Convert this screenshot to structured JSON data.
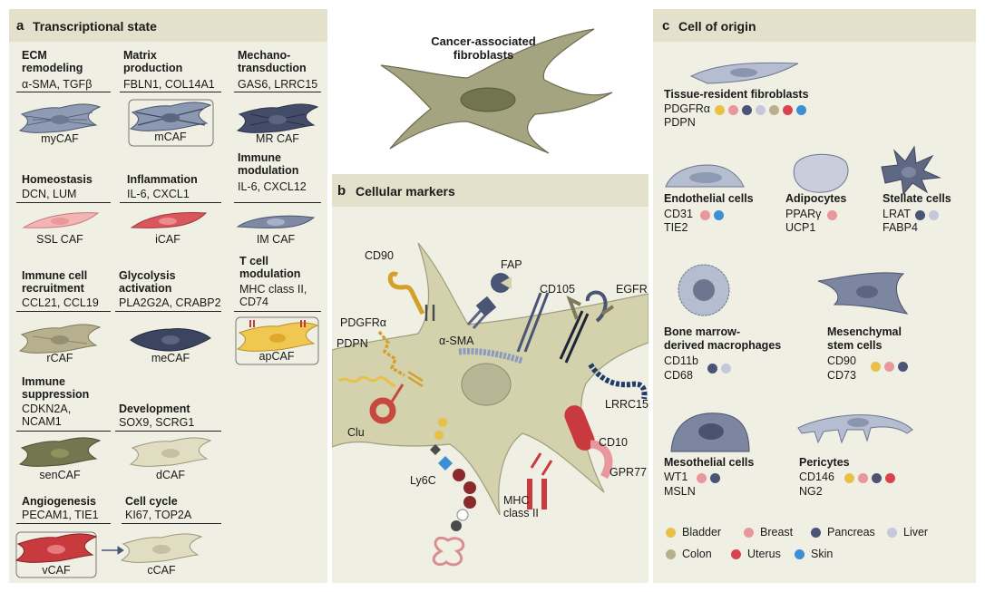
{
  "colors": {
    "bladder": "#e9c046",
    "breast": "#e8979c",
    "pancreas": "#4a5575",
    "liver": "#c4c8da",
    "colon": "#b7b08e",
    "uterus": "#d9434e",
    "skin": "#3b8fd6"
  },
  "center": {
    "title": "Cancer-associated\nfibroblasts"
  },
  "panel_a": {
    "letter": "a",
    "title": "Transcriptional state",
    "categories": [
      {
        "name": "ECM\nremodeling",
        "markers": "α-SMA, TGFβ",
        "caf": "myCAF"
      },
      {
        "name": "Matrix\nproduction",
        "markers": "FBLN1, COL14A1",
        "caf": "mCAF"
      },
      {
        "name": "Mechano-\ntransduction",
        "markers": "GAS6, LRRC15",
        "caf": "MR CAF"
      },
      {
        "name": "Homeostasis",
        "markers": "DCN, LUM",
        "caf": "SSL CAF"
      },
      {
        "name": "Inflammation",
        "markers": "IL-6, CXCL1",
        "caf": "iCAF"
      },
      {
        "name": "Immune\nmodulation",
        "markers": "IL-6, CXCL12",
        "caf": "IM CAF"
      },
      {
        "name": "Immune cell\nrecruitment",
        "markers": "CCL21, CCL19",
        "caf": "rCAF"
      },
      {
        "name": "Glycolysis\nactivation",
        "markers": "PLA2G2A, CRABP2",
        "caf": "meCAF"
      },
      {
        "name": "T cell\nmodulation",
        "markers": "MHC class II,\nCD74",
        "caf": "apCAF"
      },
      {
        "name": "Immune\nsuppression",
        "markers": "CDKN2A,\nNCAM1",
        "caf": "senCAF"
      },
      {
        "name": "Development",
        "markers": "SOX9, SCRG1",
        "caf": "dCAF"
      },
      {
        "name": "Angiogenesis",
        "markers": "PECAM1, TIE1",
        "caf": "vCAF"
      },
      {
        "name": "Cell cycle",
        "markers": "KI67, TOP2A",
        "caf": "cCAF"
      }
    ]
  },
  "panel_b": {
    "letter": "b",
    "title": "Cellular markers",
    "markers": [
      "CD90",
      "FAP",
      "CD105",
      "EGFR",
      "PDGFRα",
      "PDPN",
      "α-SMA",
      "LRRC15",
      "Clu",
      "CD10",
      "GPR77",
      "Ly6C",
      "MHC\nclass II"
    ]
  },
  "panel_c": {
    "letter": "c",
    "title": "Cell of origin",
    "cells": [
      {
        "name": "Tissue-resident fibroblasts",
        "markers": [
          "PDGFRα",
          "PDPN"
        ],
        "dots": [
          "bladder",
          "breast",
          "pancreas",
          "liver",
          "colon",
          "uterus",
          "skin"
        ]
      },
      {
        "name": "Endothelial cells",
        "markers": [
          "CD31",
          "TIE2"
        ],
        "dots": [
          "breast",
          "skin"
        ]
      },
      {
        "name": "Adipocytes",
        "markers": [
          "PPARγ",
          "UCP1"
        ],
        "dots": [
          "breast"
        ]
      },
      {
        "name": "Stellate cells",
        "markers": [
          "LRAT",
          "FABP4"
        ],
        "dots": [
          "pancreas",
          "liver"
        ]
      },
      {
        "name": "Bone marrow-\nderived macrophages",
        "markers": [
          "CD11b",
          "CD68"
        ],
        "dots": [
          "pancreas",
          "liver"
        ]
      },
      {
        "name": "Mesenchymal\nstem cells",
        "markers": [
          "CD90",
          "CD73"
        ],
        "dots": [
          "bladder",
          "breast",
          "pancreas"
        ]
      },
      {
        "name": "Mesothelial cells",
        "markers": [
          "WT1",
          "MSLN"
        ],
        "dots": [
          "breast",
          "pancreas"
        ]
      },
      {
        "name": "Pericytes",
        "markers": [
          "CD146",
          "NG2"
        ],
        "dots": [
          "bladder",
          "breast",
          "pancreas",
          "uterus"
        ]
      }
    ],
    "legend": [
      {
        "key": "bladder",
        "label": "Bladder"
      },
      {
        "key": "breast",
        "label": "Breast"
      },
      {
        "key": "pancreas",
        "label": "Pancreas"
      },
      {
        "key": "liver",
        "label": "Liver"
      },
      {
        "key": "colon",
        "label": "Colon"
      },
      {
        "key": "uterus",
        "label": "Uterus"
      },
      {
        "key": "skin",
        "label": "Skin"
      }
    ]
  }
}
